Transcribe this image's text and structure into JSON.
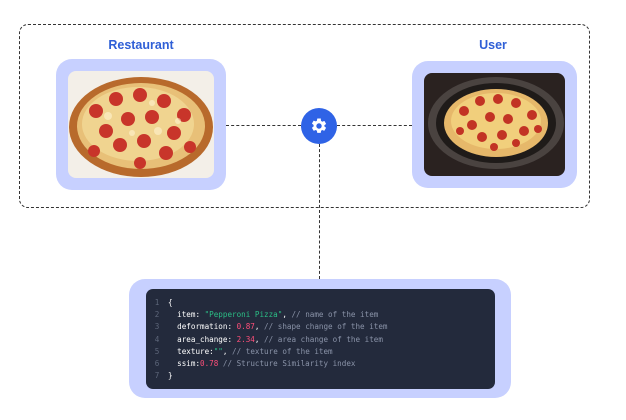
{
  "restaurant": {
    "title": "Restaurant"
  },
  "user": {
    "title": "User"
  },
  "gear": {
    "icon": "gear-icon",
    "color": "#2f63e6"
  },
  "colors": {
    "card_bg": "#c7d0ff",
    "title": "#2f5fd6",
    "code_bg": "#232a3c"
  },
  "code": {
    "line_numbers": [
      "1",
      "2",
      "3",
      "4",
      "5",
      "6",
      "7"
    ],
    "open_brace": "{",
    "close_brace": "}",
    "lines": [
      {
        "key": "item: ",
        "value": "\"Pepperoni Pizza\"",
        "value_type": "string",
        "sep": ", ",
        "comment": "// name of the item"
      },
      {
        "key": "deformation: ",
        "value": "0.87",
        "value_type": "number",
        "sep": ", ",
        "comment": "// shape change of the item"
      },
      {
        "key": "area_change: ",
        "value": "2.34",
        "value_type": "number",
        "sep": ", ",
        "comment": "// area change of the item"
      },
      {
        "key": "texture:",
        "value": "\"\"",
        "value_type": "string",
        "sep": ", ",
        "comment": "// texture of the item"
      },
      {
        "key": "ssim:",
        "value": "0.78",
        "value_type": "number",
        "sep": " ",
        "comment": "// Structure Similarity index"
      }
    ]
  }
}
